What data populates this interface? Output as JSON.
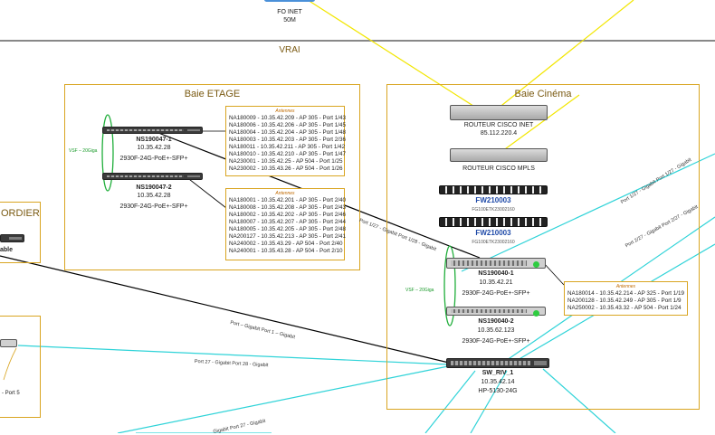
{
  "top": {
    "internet_label": "FO INET",
    "internet_speed": "50M",
    "section_label": "VRAI"
  },
  "baie_etage": {
    "title": "Baie ETAGE",
    "vsf_label": "VSF – 20Giga",
    "switches": [
      {
        "name": "NS190047-1",
        "ip": "10.35.42.28",
        "model": "2930F-24G-PoE+-SFP+"
      },
      {
        "name": "NS190047-2",
        "ip": "10.35.42.28",
        "model": "2930F-24G-PoE+-SFP+"
      }
    ],
    "annotations": [
      {
        "title": "Antennes",
        "lines": [
          "NA180009 - 10.35.42.209 - AP 305 - Port 1/43",
          "NA180006 - 10.35.42.206 - AP 305 - Port 1/45",
          "NA180004 - 10.35.42.204 - AP 305 - Port 1/48",
          "NA180003 - 10.35.42.203 - AP 305 - Port 2/36",
          "NA180011 - 10.35.42.211 - AP 305 - Port 1/42",
          "NA180010 - 10.35.42.210 - AP 305 - Port 1/47",
          "NA230001 - 10.35.42.25 - AP 504 - Port 1/25",
          "NA230002 - 10.35.43.26 - AP 504 - Port 1/26"
        ]
      },
      {
        "title": "Antennes",
        "lines": [
          "NA180001 - 10.35.42.201 - AP 305 - Port 2/40",
          "NA180008 - 10.35.42.208 - AP 305 - Port 2/43",
          "NA180002 - 10.35.42.202 - AP 305 - Port 2/46",
          "NA180007 - 10.35.42.207 - AP 305 - Port 2/44",
          "NA180005 - 10.35.42.205 - AP 305 - Port 2/48",
          "NA200127 - 10.35.42.213 - AP 305 - Port 2/41",
          "NA240002 - 10.35.43.29 - AP 504 - Port 2/40",
          "NA240001 - 10.35.43.28 - AP 504 - Port 2/10"
        ]
      }
    ]
  },
  "baie_cinema": {
    "title": "Baie Cinéma",
    "vsf_label": "VSF – 20Giga",
    "router_inet": {
      "name": "ROUTEUR CISCO INET",
      "ip": "85.112.220.4"
    },
    "router_mpls": {
      "name": "ROUTEUR CISCO MPLS"
    },
    "firewalls": [
      {
        "name": "FW210003",
        "serial": "FG100ETK23002160"
      },
      {
        "name": "FW210003",
        "serial": "FG100ETK23002160"
      }
    ],
    "switches": [
      {
        "name": "NS190040-1",
        "ip": "10.35.42.21",
        "model": "2930F-24G-PoE+-SFP+"
      },
      {
        "name": "NS190040-2",
        "ip": "10.35.62.123",
        "model": "2930F-24G-PoE+-SFP+"
      }
    ],
    "annotation": {
      "title": "Antennes",
      "lines": [
        "NA180014 - 10.35.42.214 - AP 325 - Port 1/19",
        "NA200128 - 10.35.42.249 - AP 305 - Port 1/9",
        "NA250002 - 10.35.43.32 - AP 504 - Port 1/24"
      ]
    },
    "core_switch": {
      "name": "SW_RIV_1",
      "ip": "10.35.42.14",
      "model": "HP-5130-24G"
    }
  },
  "left": {
    "box_title_partial": "ORDIER",
    "cut_label": "able",
    "port_label": "- Port 5"
  },
  "links": {
    "etage_to_cinema": "Port 1/27 - Gigabit  Port 1/28 - Gigabit",
    "right_link_1": "Port 1/27 - Gigabit  Port 1/27 - Gigabit",
    "right_link_2": "Port 2/27 - Gigabit  Port 2/27 - Gigabit",
    "left_link_1": "Port – Gigabit  Port 1 – Gigabit",
    "left_link_2": "Port 27 - Gigabit  Port 28 - Gigabit",
    "bottom_link": "Gigabit  Port 27 - Gigabit"
  },
  "colors": {
    "box_border": "#d9a521",
    "wan_link": "#f2e600",
    "uplink": "#2fd3d8",
    "trunk": "#000000",
    "vsf": "#1fae3a"
  }
}
